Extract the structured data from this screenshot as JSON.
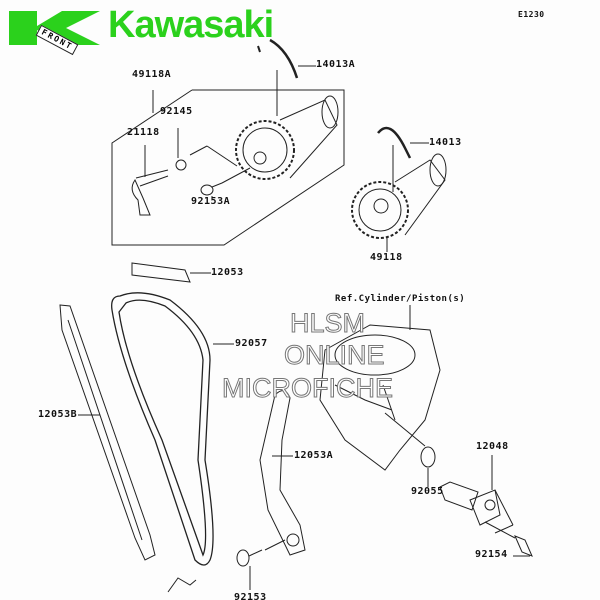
{
  "header": {
    "brand": "Kawasaki",
    "front_label": "FRONT",
    "diagram_code": "E1230"
  },
  "colors": {
    "brand": "#2bd11c",
    "line": "#222222"
  },
  "parts": {
    "p14013A": "14013A",
    "p49118A": "49118A",
    "p92145": "92145",
    "p21118": "21118",
    "p92153A": "92153A",
    "p14013": "14013",
    "p49118": "49118",
    "p12053": "12053",
    "ref_cylinder": "Ref.Cylinder/Piston(s)",
    "p92057": "92057",
    "p12053B": "12053B",
    "p12053A": "12053A",
    "p12048": "12048",
    "p92055": "92055",
    "p92154": "92154",
    "p92153": "92153"
  },
  "watermark": {
    "line1": "HLSM",
    "line2": "ONLINE",
    "line3": "MICROFICHE"
  }
}
